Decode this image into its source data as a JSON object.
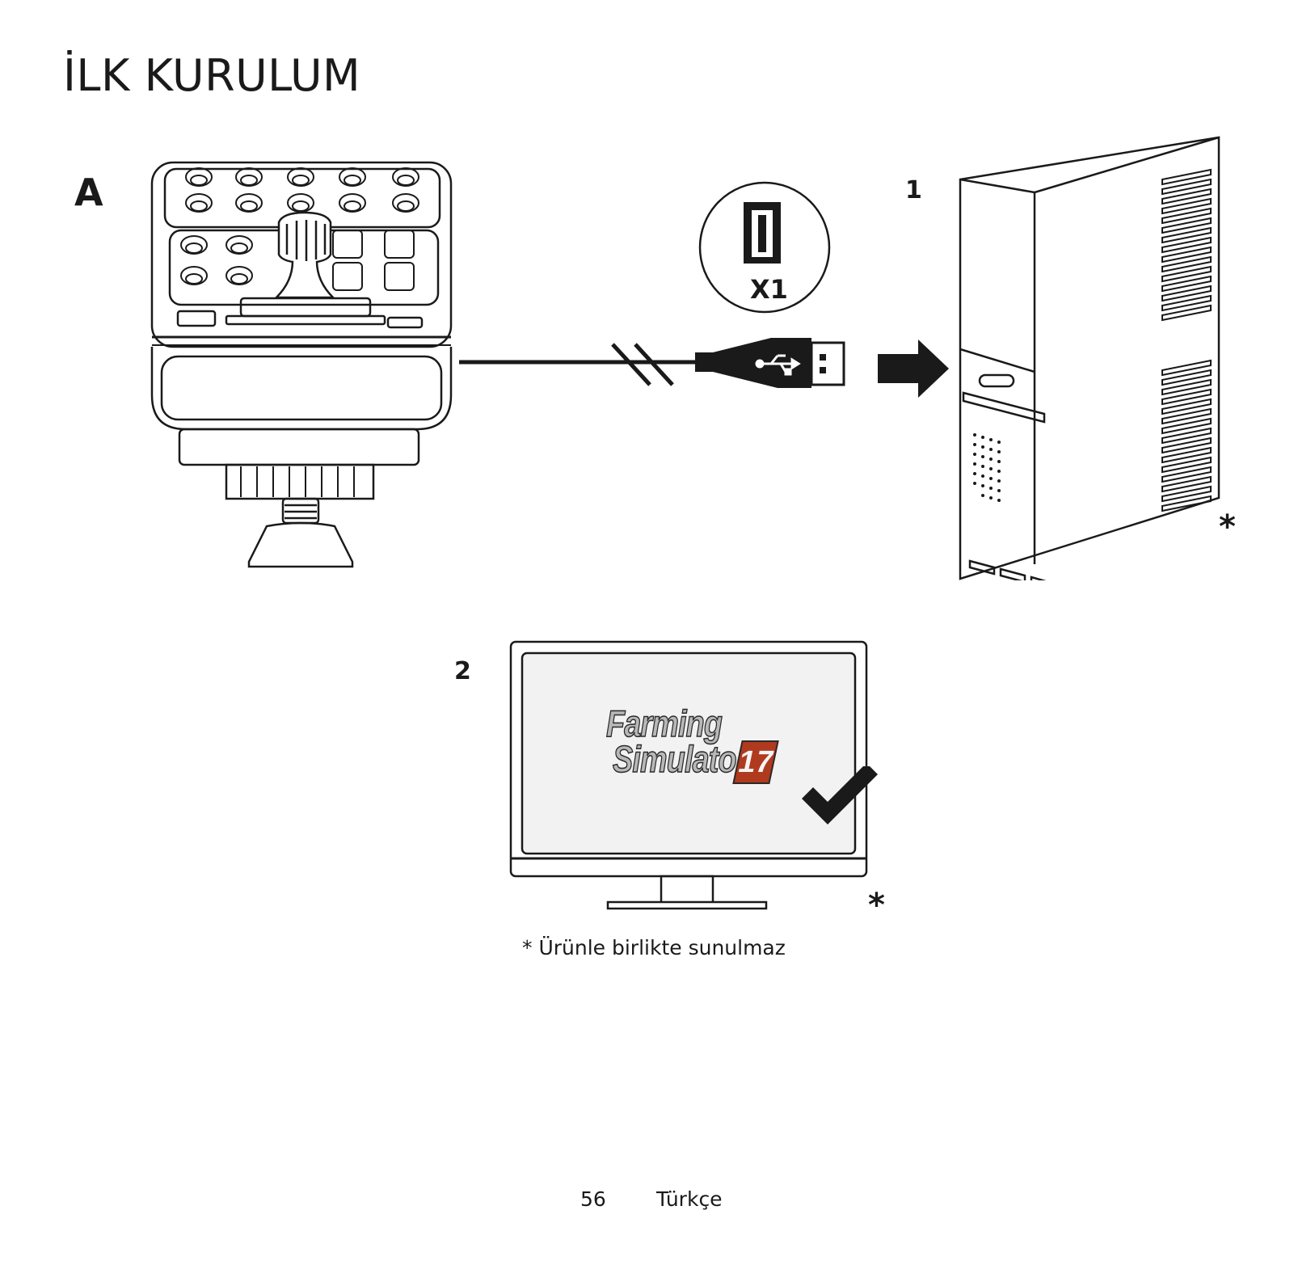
{
  "page": {
    "title": "İLK KURULUM",
    "step_letter": "A",
    "footnote": "* Ürünle birlikte sunulmaz",
    "page_number": "56",
    "language": "Türkçe"
  },
  "steps": {
    "step1": "1",
    "step2": "2",
    "asterisk": "*"
  },
  "usb_port_badge": {
    "label": "X1",
    "icon": "usb-port-icon"
  },
  "screen_logo": {
    "line1": "Farming",
    "line2": "Simulator",
    "number": "17"
  },
  "icons": [
    "joystick-panel-icon",
    "usb-connector-icon",
    "usb-symbol-icon",
    "arrow-right-icon",
    "pc-tower-icon",
    "monitor-icon",
    "checkmark-icon"
  ],
  "colors": {
    "ink": "#1a1a1a",
    "logo_badge": "#b03a1e"
  }
}
